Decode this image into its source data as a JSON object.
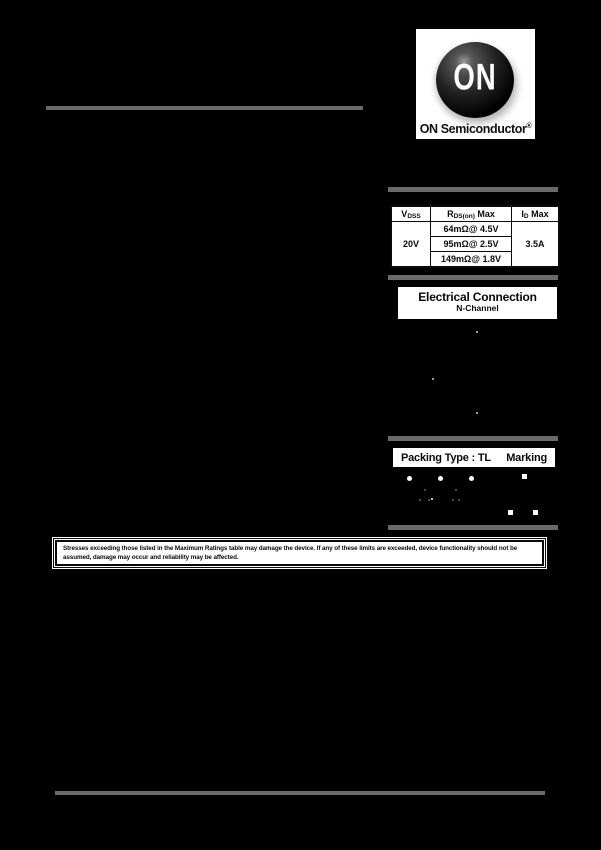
{
  "logo": {
    "mark": "ON",
    "brand": "ON Semiconductor",
    "registered": "®"
  },
  "ratings_table": {
    "col1_header": {
      "base": "V",
      "sub": "DSS",
      "suffix": ""
    },
    "col2_header": {
      "base": "R",
      "sub": "DS(on)",
      "suffix": " Max"
    },
    "col3_header": {
      "base": "I",
      "sub": "D",
      "suffix": " Max"
    },
    "vdss_value": "20V",
    "rdson_values": [
      "64mΩ@ 4.5V",
      "95mΩ@ 2.5V",
      "149mΩ@ 1.8V"
    ],
    "id_max_value": "3.5A"
  },
  "electrical_connection": {
    "title": "Electrical Connection",
    "subtitle": "N-Channel"
  },
  "packing": {
    "type_label": "Packing Type : TL",
    "marking_label": "Marking"
  },
  "warning": {
    "text": "Stresses exceeding those listed in the Maximum Ratings table may damage the device. If any of these limits are exceeded, device functionality should not be assumed, damage may occur and reliability may be affected."
  },
  "icons": {
    "logo_ball": "on-semiconductor-sphere-logo",
    "terminal_dots": "mosfet-terminal-dots",
    "reel_holes": "tape-reel-sprocket-dots",
    "marking_pads": "marking-pad-squares"
  },
  "colors": {
    "page_bg": "#000000",
    "panel_bg": "#ffffff",
    "rule_gray": "#6a6a6a",
    "text": "#0a0a0a"
  }
}
